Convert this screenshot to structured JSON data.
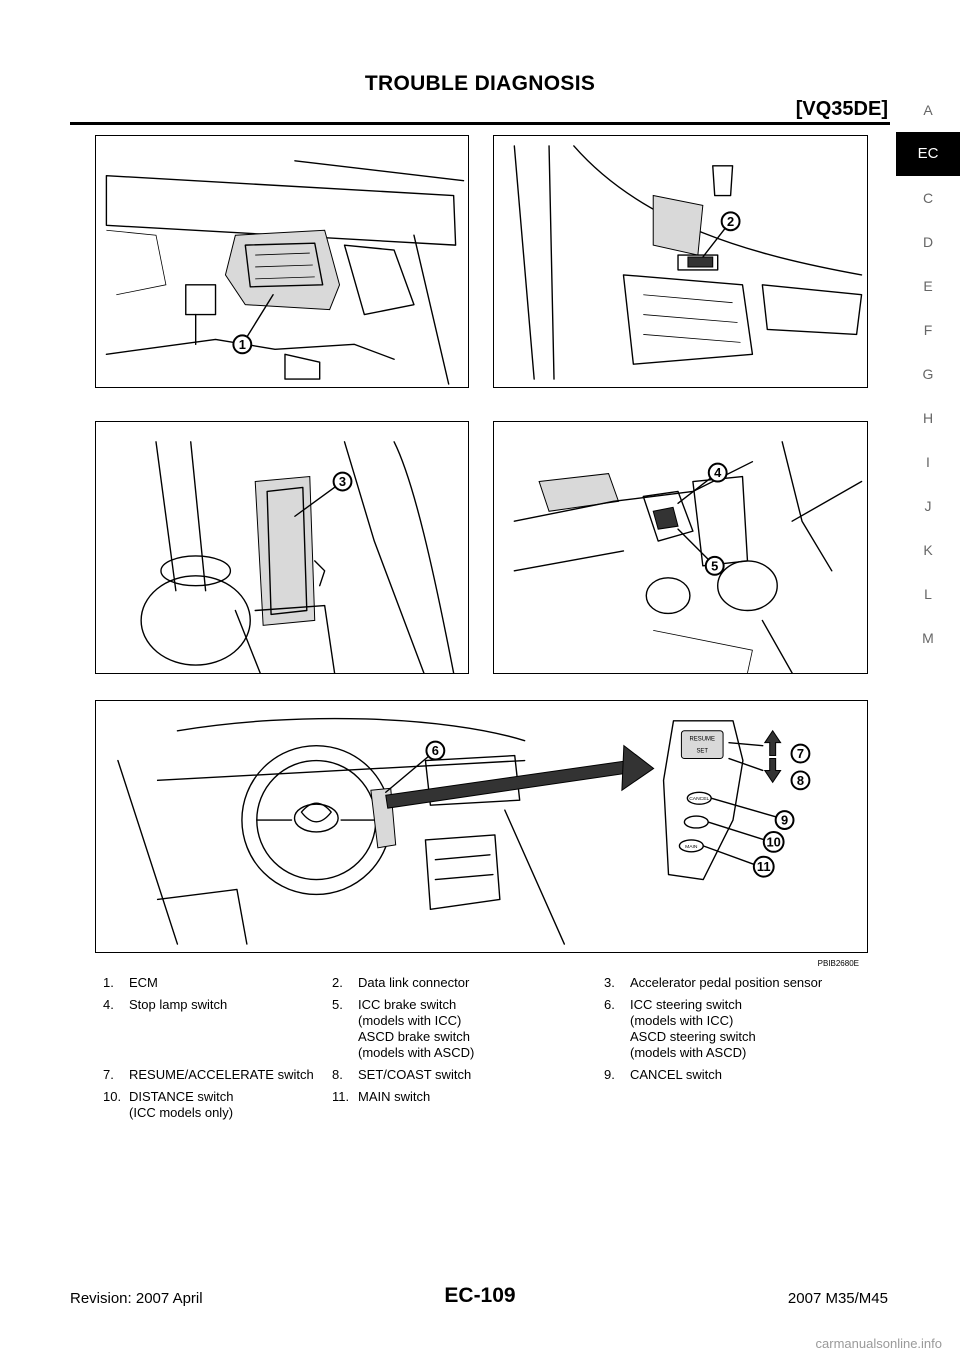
{
  "header": {
    "title": "TROUBLE DIAGNOSIS",
    "engine_code": "[VQ35DE]"
  },
  "side_index": {
    "letters": [
      "A",
      "EC",
      "C",
      "D",
      "E",
      "F",
      "G",
      "H",
      "I",
      "J",
      "K",
      "L",
      "M"
    ],
    "active": "EC"
  },
  "figure": {
    "callouts": [
      "1",
      "2",
      "3",
      "4",
      "5",
      "6",
      "7",
      "8",
      "9",
      "10",
      "11"
    ],
    "switch_labels": {
      "resume": "RESUME",
      "set": "SET",
      "cancel": "CANCEL",
      "main": "MAIN"
    },
    "code": "PBIB2680E"
  },
  "legend": {
    "rows": [
      [
        {
          "num": "1.",
          "text": "ECM"
        },
        {
          "num": "2.",
          "text": "Data link connector"
        },
        {
          "num": "3.",
          "text": "Accelerator pedal position sensor"
        }
      ],
      [
        {
          "num": "4.",
          "text": "Stop lamp switch"
        },
        {
          "num": "5.",
          "text": "ICC brake switch\n(models with ICC)\nASCD brake switch\n(models with ASCD)"
        },
        {
          "num": "6.",
          "text": "ICC steering switch\n(models with ICC)\nASCD steering switch\n(models with ASCD)"
        }
      ],
      [
        {
          "num": "7.",
          "text": "RESUME/ACCELERATE switch"
        },
        {
          "num": "8.",
          "text": "SET/COAST switch"
        },
        {
          "num": "9.",
          "text": "CANCEL switch"
        }
      ],
      [
        {
          "num": "10.",
          "text": "DISTANCE switch\n(ICC models only)"
        },
        {
          "num": "11.",
          "text": "MAIN switch"
        },
        {
          "num": "",
          "text": ""
        }
      ]
    ]
  },
  "footer": {
    "revision": "Revision: 2007 April",
    "page": "EC-109",
    "model": "2007 M35/M45",
    "watermark": "carmanualsonline.info"
  }
}
